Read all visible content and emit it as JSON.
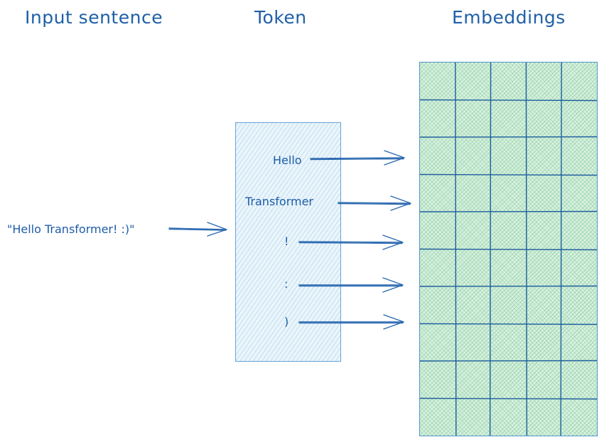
{
  "headings": {
    "input": "Input sentence",
    "token": "Token",
    "embeddings": "Embeddings"
  },
  "input_sentence": "\"Hello Transformer! :)\"",
  "tokens": [
    "Hello",
    "Transformer",
    "!",
    ":",
    ")"
  ],
  "embedding_grid": {
    "columns": 5,
    "rows": 10
  },
  "colors": {
    "ink": "#1e5ca8",
    "token_fill": "#eaf5fb",
    "token_border": "#6aa3d8",
    "embedding_fill": "#d8f1df",
    "embedding_grid_line": "#1d5d9e"
  }
}
